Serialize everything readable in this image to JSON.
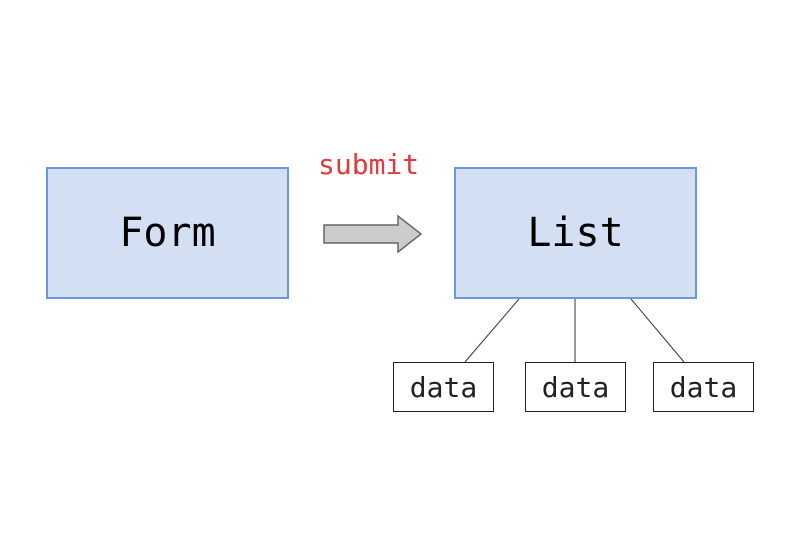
{
  "nodes": {
    "form": {
      "label": "Form"
    },
    "list": {
      "label": "List"
    },
    "data_items": [
      {
        "label": "data"
      },
      {
        "label": "data"
      },
      {
        "label": "data"
      }
    ]
  },
  "edges": {
    "form_to_list": {
      "label": "submit"
    }
  },
  "colors": {
    "node_fill": "#d3e0f3",
    "node_border": "#6d9ad6",
    "edge_label": "#e03c3c",
    "arrow_fill": "#cccccc",
    "arrow_stroke": "#666666",
    "connector": "#333333"
  }
}
